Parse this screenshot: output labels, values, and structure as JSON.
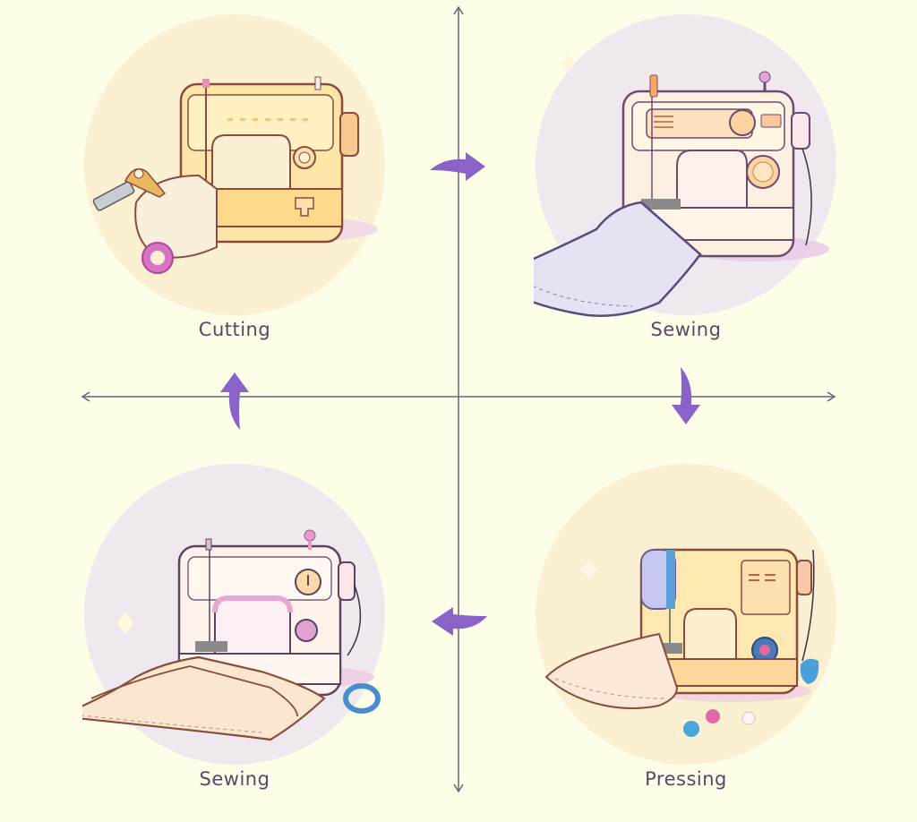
{
  "diagram": {
    "type": "cycle",
    "title": "",
    "background_color": "#fdfde8",
    "accent_color": "#8a63c8",
    "axis_color": "#6b6478",
    "steps": [
      {
        "position": "top-left",
        "label": "Cutting",
        "icon": "sewing-machine-with-rotary-cutter-icon",
        "circle_color": "#fbf0d2"
      },
      {
        "position": "top-right",
        "label": "Sewing",
        "icon": "sewing-machine-with-fabric-icon",
        "circle_color": "#f0e8ef"
      },
      {
        "position": "bottom-right",
        "label": "Pressing",
        "icon": "sewing-machine-with-pins-icon",
        "circle_color": "#fbf0d2"
      },
      {
        "position": "bottom-left",
        "label": "Sewing",
        "icon": "sewing-machine-with-folded-fabric-icon",
        "circle_color": "#f0e8ef"
      }
    ],
    "flow_arrows": [
      {
        "from": "Cutting",
        "to": "Sewing",
        "direction": "right"
      },
      {
        "from": "Sewing",
        "to": "Pressing",
        "direction": "down"
      },
      {
        "from": "Pressing",
        "to": "Sewing",
        "direction": "left"
      },
      {
        "from": "Sewing",
        "to": "Cutting",
        "direction": "up"
      }
    ]
  }
}
